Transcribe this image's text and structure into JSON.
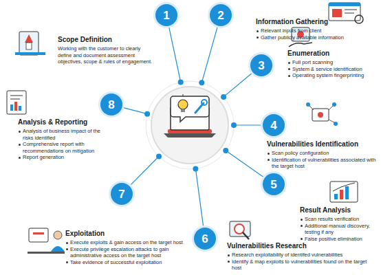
{
  "diagram": {
    "nodes": [
      {
        "text": [
          "1"
        ]
      },
      {
        "text": [
          "2"
        ]
      },
      {
        "text": [
          "3"
        ]
      },
      {
        "text": [
          "4"
        ]
      },
      {
        "text": [
          "5"
        ]
      },
      {
        "text": [
          "6"
        ]
      },
      {
        "text": [
          "7"
        ]
      },
      {
        "text": [
          "8"
        ]
      }
    ],
    "labels": [
      "Scope Definition",
      "Working with the customer to clearly define and document assessment objectives, scope & rules of engagement.",
      "Information Gathering",
      "Relevant inputs from client",
      "Gather publicly available information",
      "Enumeration",
      "Full port scanning",
      "System & service identification",
      "Operating system fingerprinting",
      "Vulnerabilities Identification",
      "Scan policy configuration",
      "Identification of vulnerabilities associated with the target host",
      "Result Analysis",
      "Scan results verification",
      "Additional manual discovery, testing if any",
      "False positive elimination",
      "Vulnerabilities Research",
      "Research exploitability of identifed vulnerabilities",
      "Identify & map exploits to vulnerabilities found on the target host",
      "Exploitation",
      "Execute exploits & gain access on the target host",
      "Execute privilege escalation attacks to gain administrative access on the target host",
      "Take evidence of successful exploitation",
      "Analysis & Reporting",
      "Analysis of business impact of the risks identified",
      "Comprehensive report with recommendations on mitigation",
      "Report generation"
    ]
  }
}
